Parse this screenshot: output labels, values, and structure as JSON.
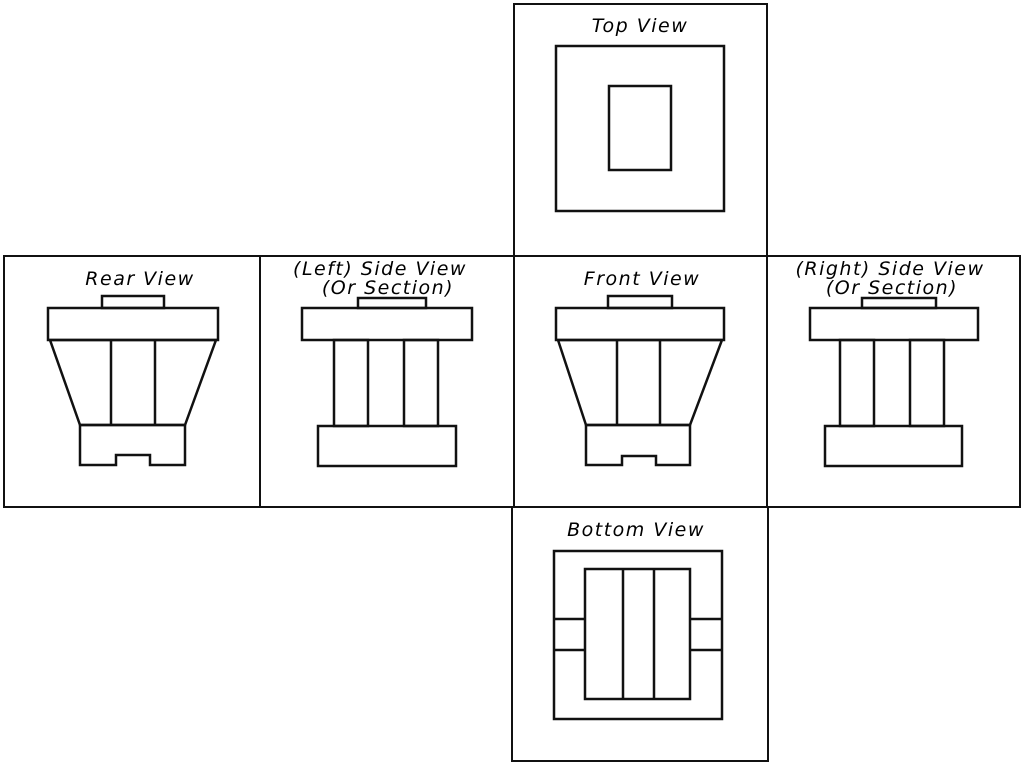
{
  "views": {
    "top": {
      "title": "Top View"
    },
    "rear": {
      "title": "Rear View"
    },
    "left": {
      "title": "(Left) Side View",
      "subtitle": "(Or Section)"
    },
    "front": {
      "title": "Front View"
    },
    "right": {
      "title": "(Right) Side View",
      "subtitle": "(Or Section)"
    },
    "bottom": {
      "title": "Bottom View"
    }
  },
  "colors": {
    "line": "#111111",
    "background": "#ffffff"
  }
}
